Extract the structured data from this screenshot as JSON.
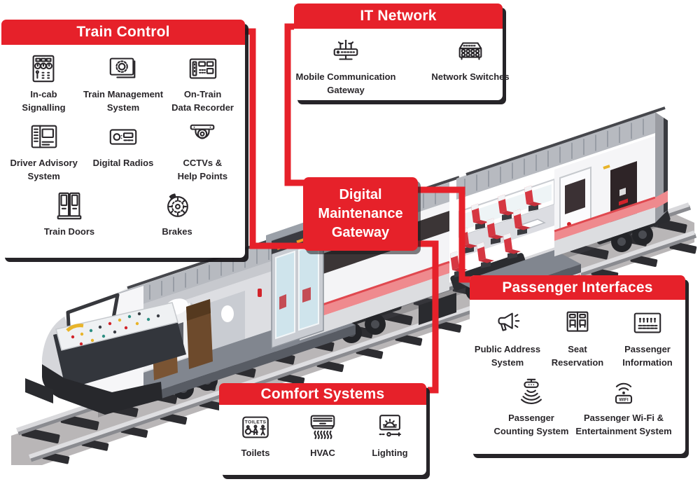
{
  "colors": {
    "accent": "#e6212a",
    "accent_dark": "#e0484f",
    "stripe": "#ef8a8e",
    "ink": "#2a272b"
  },
  "icon_text": {
    "wifi_badge": "WIFI",
    "toilets_sign": "TOILETS"
  },
  "boxes": {
    "train_control": {
      "title": "Train Control",
      "items": [
        {
          "icon": "in-cab-signalling",
          "lines": [
            "In-cab",
            "Signalling"
          ]
        },
        {
          "icon": "train-management-system",
          "lines": [
            "Train Management",
            "System"
          ]
        },
        {
          "icon": "on-train-data-recorder",
          "lines": [
            "On-Train",
            "Data Recorder"
          ]
        },
        {
          "icon": "driver-advisory-system",
          "lines": [
            "Driver Advisory",
            "System"
          ]
        },
        {
          "icon": "digital-radios",
          "lines": [
            "Digital Radios"
          ]
        },
        {
          "icon": "cctv-help-points",
          "lines": [
            "CCTVs &",
            "Help Points"
          ]
        },
        {
          "icon": "train-doors",
          "lines": [
            "Train Doors"
          ]
        },
        {
          "icon": "brakes",
          "lines": [
            "Brakes"
          ]
        }
      ]
    },
    "it_network": {
      "title": "IT Network",
      "items": [
        {
          "icon": "mobile-communication-gateway",
          "lines": [
            "Mobile Communication",
            "Gateway"
          ]
        },
        {
          "icon": "network-switches",
          "lines": [
            "Network Switches"
          ]
        }
      ]
    },
    "digital_maintenance_gateway": {
      "lines": [
        "Digital",
        "Maintenance",
        "Gateway"
      ]
    },
    "passenger_interfaces": {
      "title": "Passenger Interfaces",
      "items": [
        {
          "icon": "public-address-system",
          "lines": [
            "Public Address",
            "System"
          ]
        },
        {
          "icon": "seat-reservation",
          "lines": [
            "Seat",
            "Reservation"
          ]
        },
        {
          "icon": "passenger-information",
          "lines": [
            "Passenger",
            "Information"
          ]
        },
        {
          "icon": "passenger-counting-system",
          "lines": [
            "Passenger",
            "Counting System"
          ]
        },
        {
          "icon": "passenger-wifi-entertainment",
          "lines": [
            "Passenger Wi-Fi &",
            "Entertainment System"
          ]
        }
      ]
    },
    "comfort_systems": {
      "title": "Comfort Systems",
      "items": [
        {
          "icon": "toilets",
          "lines": [
            "Toilets"
          ]
        },
        {
          "icon": "hvac",
          "lines": [
            "HVAC"
          ]
        },
        {
          "icon": "lighting",
          "lines": [
            "Lighting"
          ]
        }
      ]
    }
  }
}
